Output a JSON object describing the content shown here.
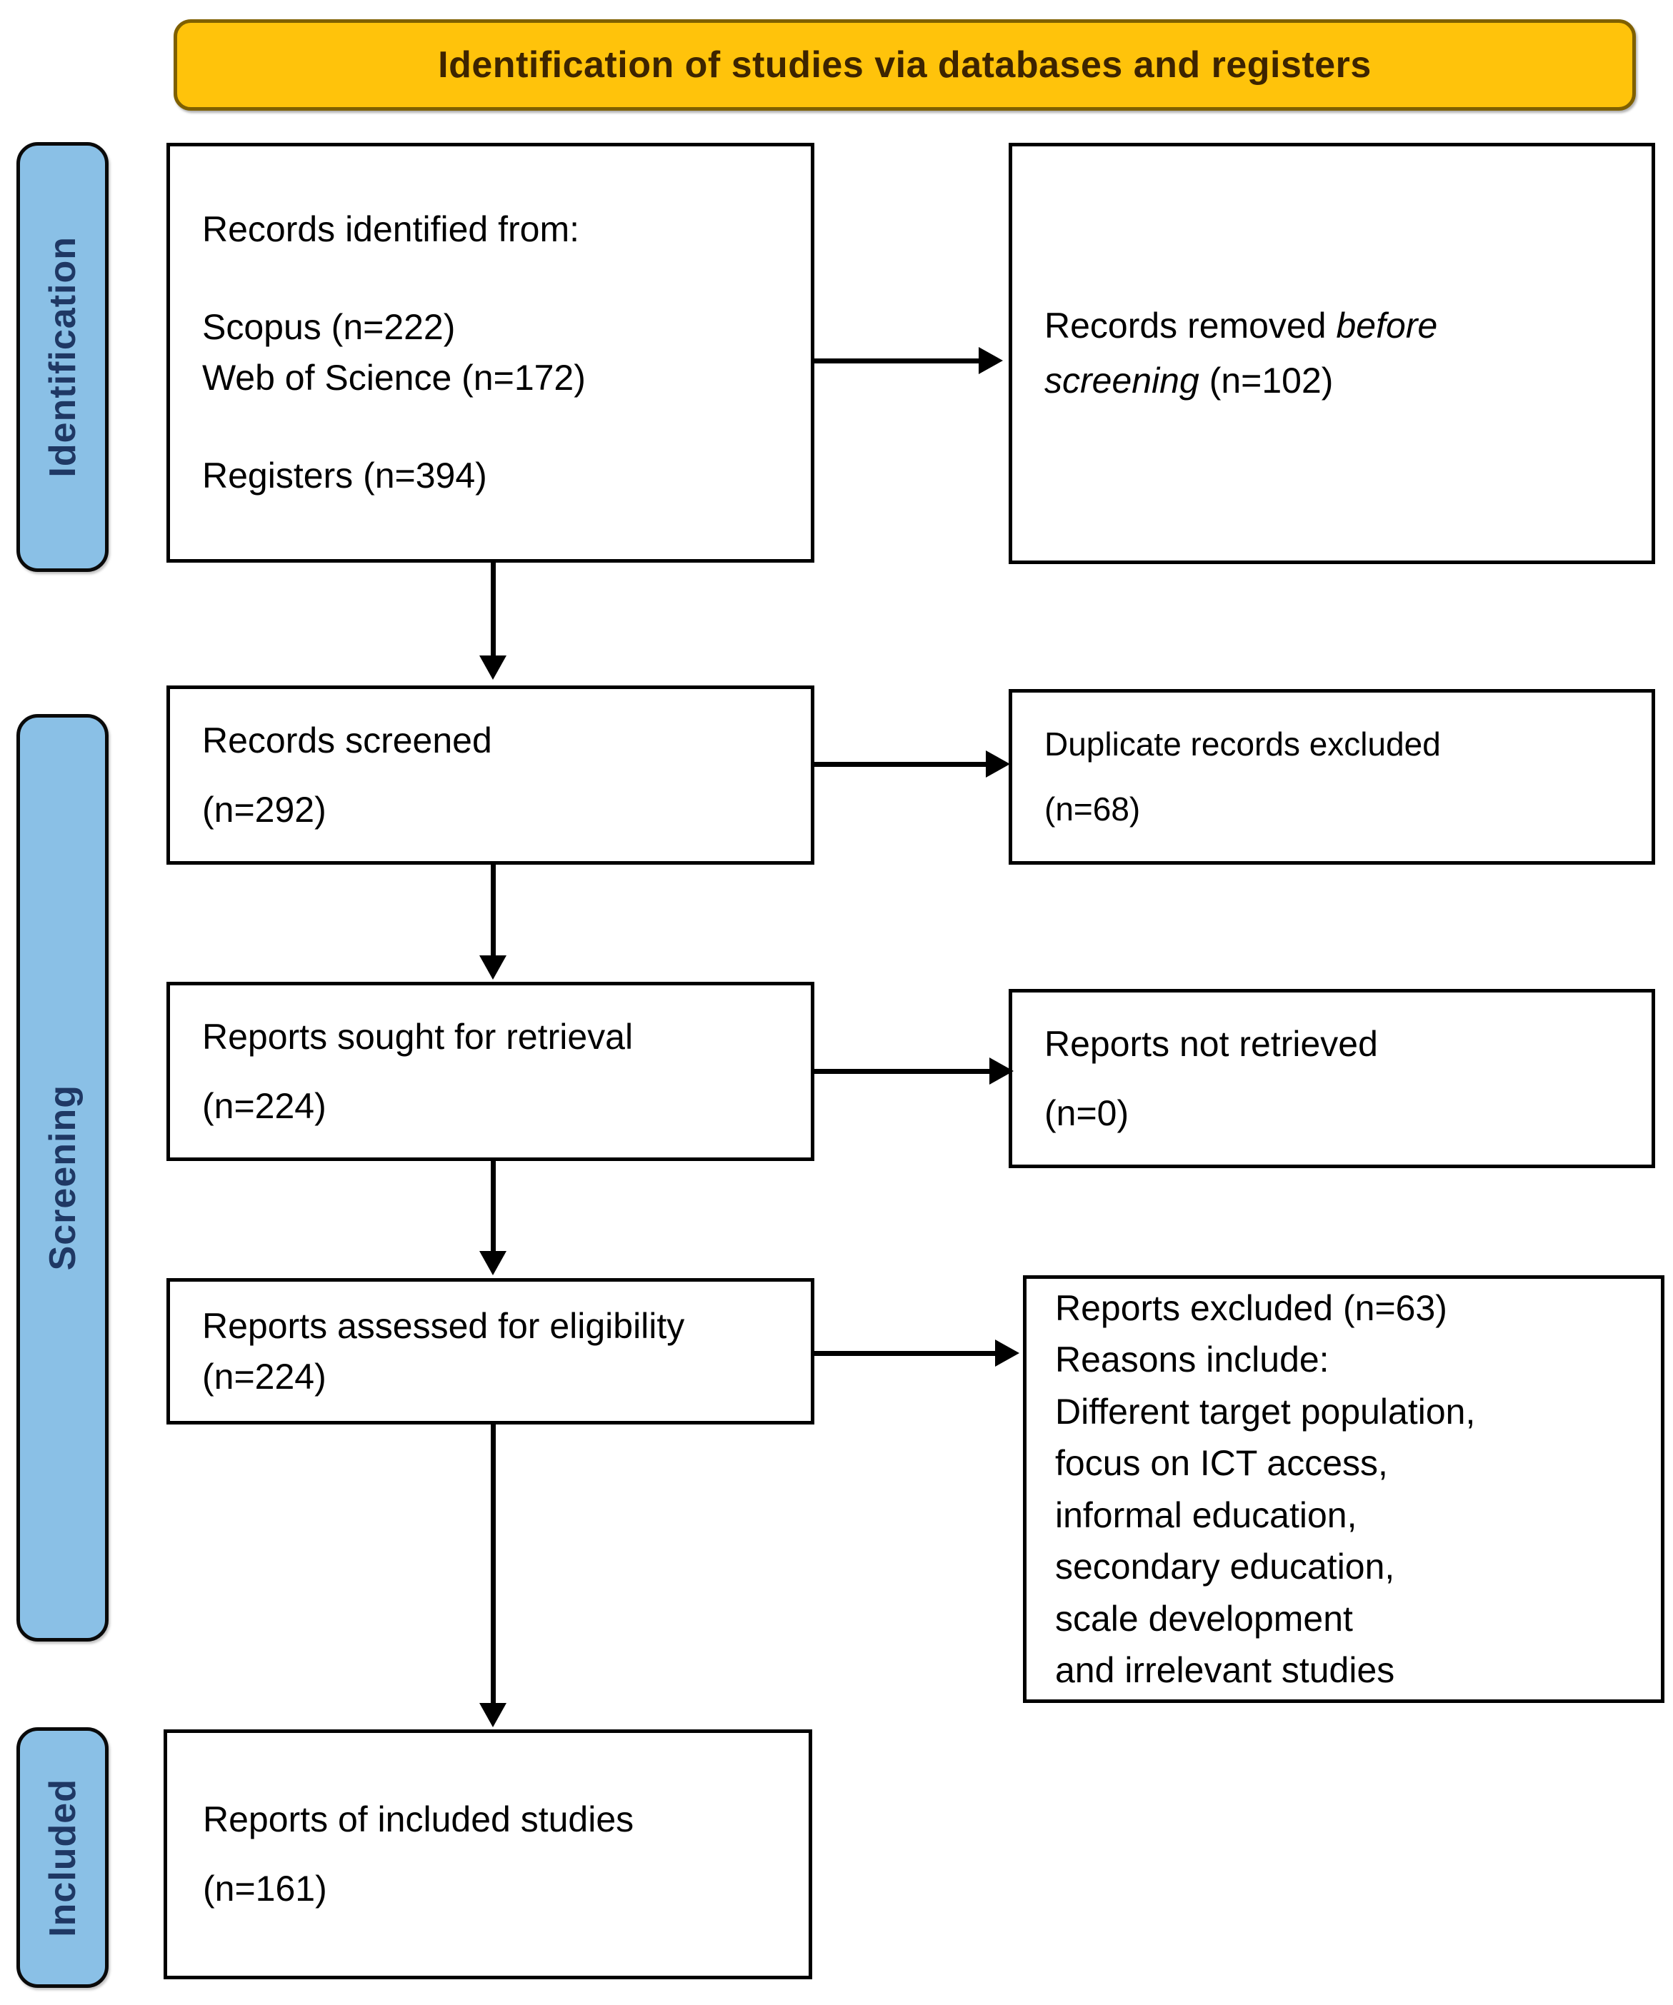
{
  "banner": {
    "title": "Identification of studies via databases and registers"
  },
  "sidebar": {
    "identification": "Identification",
    "screening": "Screening",
    "included": "Included"
  },
  "boxes": {
    "records_identified": {
      "heading": "Records identified from:",
      "scopus": "Scopus (n=222)",
      "web_of_science": "Web of Science (n=172)",
      "registers": "Registers (n=394)"
    },
    "records_removed": {
      "pre": "Records removed ",
      "italic": "before screening",
      "post": " (n=102)"
    },
    "records_screened": {
      "title": "Records screened",
      "count": "(n=292)"
    },
    "duplicates_excluded": {
      "title": "Duplicate records excluded",
      "count": "(n=68)"
    },
    "reports_sought": {
      "title": "Reports sought for retrieval",
      "count": "(n=224)"
    },
    "reports_not_retrieved": {
      "title": "Reports not retrieved",
      "count": "(n=0)"
    },
    "reports_assessed": {
      "title": "Reports assessed for eligibility",
      "count": "(n=224)"
    },
    "reports_excluded": {
      "lines": [
        "Reports excluded (n=63)",
        "Reasons include:",
        "Different target population,",
        "focus on ICT access,",
        "informal education,",
        "secondary education,",
        "scale development",
        "and irrelevant studies"
      ]
    },
    "reports_included": {
      "title": "Reports of included studies",
      "count": "(n=161)"
    }
  },
  "colors": {
    "page_bg": "#FFFFFF",
    "banner_fill": "#FFC30B",
    "banner_border": "#7F6000",
    "banner_text": "#3D2400",
    "bar_fill": "#8AC0E6",
    "bar_border": "#0A0A0A",
    "bar_text": "#1F3864",
    "box_bg": "#FFFFFF",
    "box_border": "#000000",
    "arrow": "#000000"
  }
}
